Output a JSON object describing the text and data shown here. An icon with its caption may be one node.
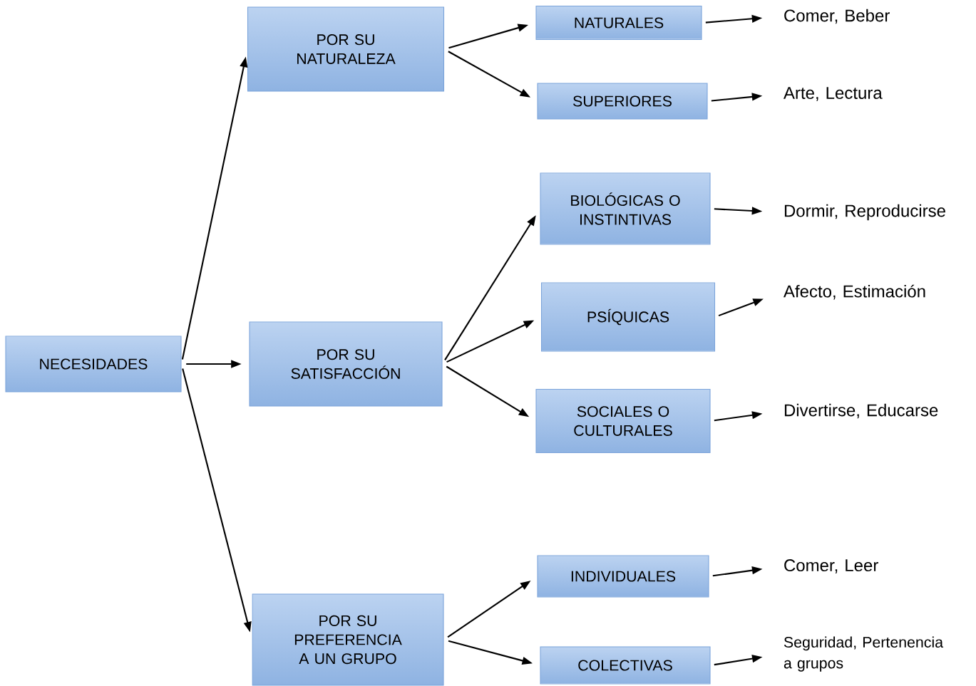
{
  "diagram": {
    "nodes": [
      {
        "text": [
          "NECESIDADES"
        ]
      },
      {
        "text": [
          "POR SU NATURALEZA"
        ]
      },
      {
        "text": [
          "POR SU SATISFACCIÓN"
        ]
      },
      {
        "text": [
          "POR SU PREFERENCIA A UN GRUPO"
        ]
      },
      {
        "text": [
          "NATURALES"
        ]
      },
      {
        "text": [
          "SUPERIORES"
        ]
      },
      {
        "text": [
          "BIOLÓGICAS O INSTINTIVAS"
        ]
      },
      {
        "text": [
          "PSÍQUICAS"
        ]
      },
      {
        "text": [
          "SOCIALES O CULTURALES"
        ]
      },
      {
        "text": [
          "INDIVIDUALES"
        ]
      },
      {
        "text": [
          "COLECTIVAS"
        ]
      },
      {
        "text": [
          "Comer, Beber"
        ]
      },
      {
        "text": [
          "Arte, Lectura"
        ]
      },
      {
        "text": [
          "Dormir, Reproducirse"
        ]
      },
      {
        "text": [
          "Afecto, Estimación"
        ]
      },
      {
        "text": [
          "Divertirse, Educarse"
        ]
      },
      {
        "text": [
          "Comer, Leer"
        ]
      },
      {
        "text": [
          "Seguridad, Pertenencia a grupos"
        ]
      }
    ],
    "edges": [
      {
        "from": 0,
        "to": 1,
        "arrow": "to"
      },
      {
        "from": 0,
        "to": 2,
        "arrow": "to"
      },
      {
        "from": 0,
        "to": 3,
        "arrow": "to"
      },
      {
        "from": 1,
        "to": 4,
        "arrow": "to"
      },
      {
        "from": 1,
        "to": 5,
        "arrow": "to"
      },
      {
        "from": 2,
        "to": 6,
        "arrow": "to"
      },
      {
        "from": 2,
        "to": 7,
        "arrow": "to"
      },
      {
        "from": 2,
        "to": 8,
        "arrow": "to"
      },
      {
        "from": 3,
        "to": 9,
        "arrow": "to"
      },
      {
        "from": 3,
        "to": 10,
        "arrow": "to"
      },
      {
        "from": 4,
        "to": 11,
        "arrow": "to"
      },
      {
        "from": 5,
        "to": 12,
        "arrow": "to"
      },
      {
        "from": 6,
        "to": 13,
        "arrow": "to"
      },
      {
        "from": 7,
        "to": 14,
        "arrow": "to"
      },
      {
        "from": 8,
        "to": 15,
        "arrow": "to"
      },
      {
        "from": 9,
        "to": 16,
        "arrow": "to"
      },
      {
        "from": 10,
        "to": 17,
        "arrow": "to"
      }
    ]
  }
}
